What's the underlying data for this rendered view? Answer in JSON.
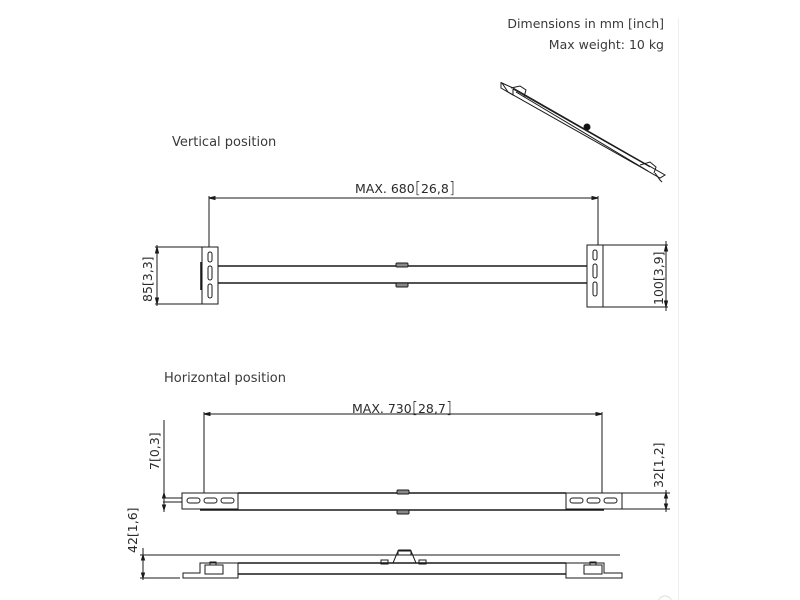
{
  "notes": {
    "units": "Dimensions in mm [inch]",
    "max_weight": "Max weight: 10 kg"
  },
  "vertical_position": {
    "title": "Vertical position",
    "width_dim": {
      "prefix": "MAX. 680",
      "bracket_value": "26,8"
    },
    "left_height_dim": {
      "value": "85",
      "bracket_value": "3,3"
    },
    "right_height_dim": {
      "value": "100",
      "bracket_value": "3,9"
    }
  },
  "horizontal_position": {
    "title": "Horizontal position",
    "width_dim": {
      "prefix": "MAX. 730",
      "bracket_value": "28,7"
    },
    "left_offset_dim": {
      "value": "7",
      "bracket_value": "0,3"
    },
    "right_height_dim": {
      "value": "32",
      "bracket_value": "1,2"
    },
    "side_depth_dim": {
      "value": "42",
      "bracket_value": "1,6"
    }
  },
  "colors": {
    "line": "#1a1a1a",
    "text": "#3a3a3a",
    "background": "#ffffff"
  }
}
